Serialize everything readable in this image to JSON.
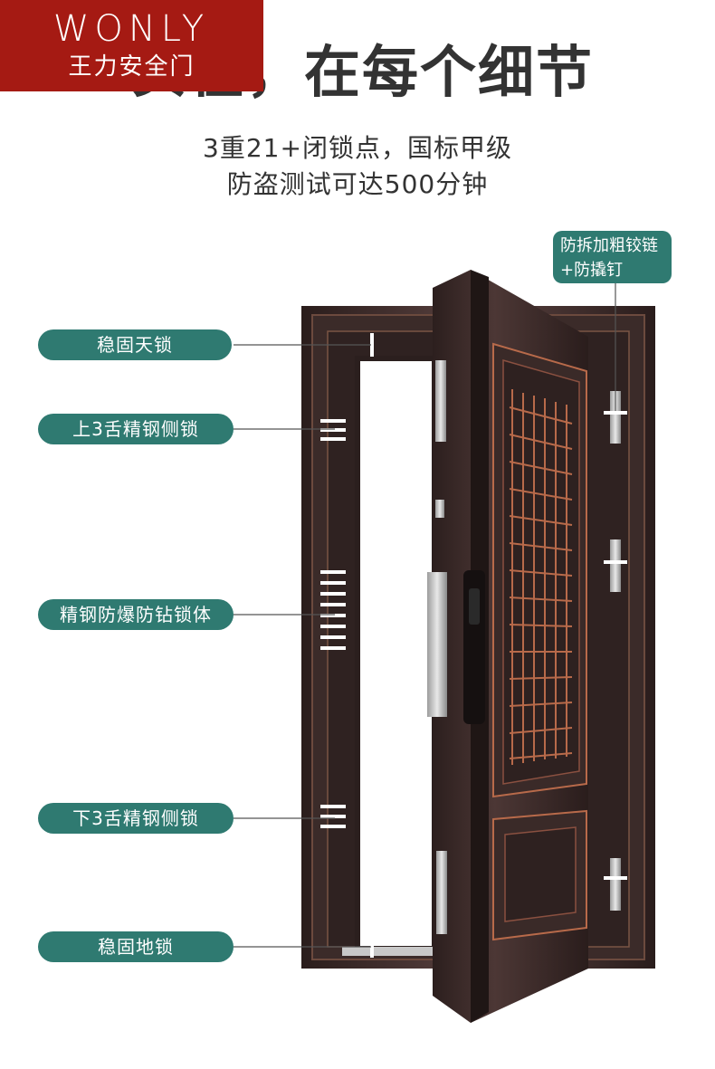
{
  "brand": {
    "logo_word": "WONLY",
    "logo_cn": "王力安全门",
    "badge_color": "#a51a13"
  },
  "headline": "实在，在每个细节",
  "subtitle": {
    "line1": "3重21+闭锁点，国标甲级",
    "line2": "防盗测试可达500分钟"
  },
  "callouts": {
    "top_right": {
      "line1": "防拆加粗铰链",
      "line2": "+防撬钉"
    },
    "items": [
      {
        "label": "稳固天锁"
      },
      {
        "label": "上3舌精钢侧锁"
      },
      {
        "label": "精钢防爆防钻锁体"
      },
      {
        "label": "下3舌精钢侧锁"
      },
      {
        "label": "稳固地锁"
      }
    ],
    "pill_color": "#2f7a71"
  },
  "door": {
    "frame_color": "#3b2b29",
    "accent_color": "#b86a4a"
  }
}
